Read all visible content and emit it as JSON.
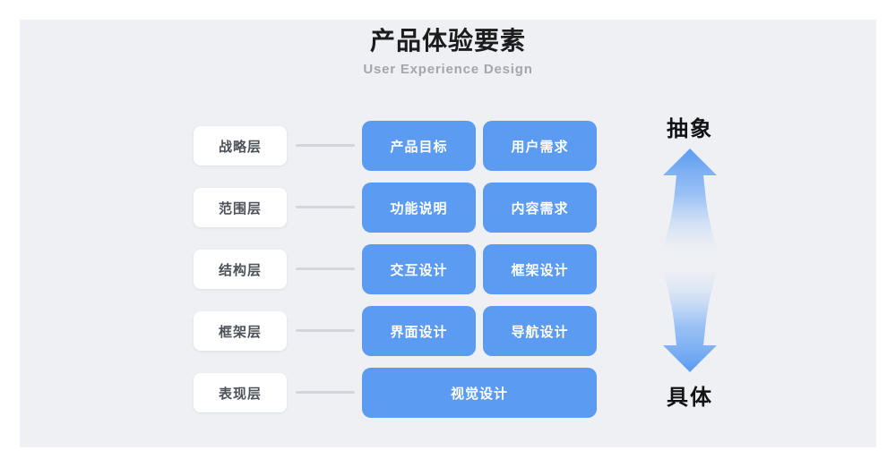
{
  "page": {
    "background": "#ffffff",
    "canvas_color": "#eef0f4",
    "accent": "#5b9bf2"
  },
  "header": {
    "title": "产品体验要素",
    "subtitle": "User Experience Design"
  },
  "rows": [
    {
      "layer": "战略层",
      "boxes": [
        "产品目标",
        "用户需求"
      ]
    },
    {
      "layer": "范围层",
      "boxes": [
        "功能说明",
        "内容需求"
      ]
    },
    {
      "layer": "结构层",
      "boxes": [
        "交互设计",
        "框架设计"
      ]
    },
    {
      "layer": "框架层",
      "boxes": [
        "界面设计",
        "导航设计"
      ]
    },
    {
      "layer": "表现层",
      "boxes": [
        "视觉设计"
      ]
    }
  ],
  "axis": {
    "top_label": "抽象",
    "bottom_label": "具体",
    "up_arrow_icon": "arrow-up-icon",
    "down_arrow_icon": "arrow-down-icon"
  }
}
